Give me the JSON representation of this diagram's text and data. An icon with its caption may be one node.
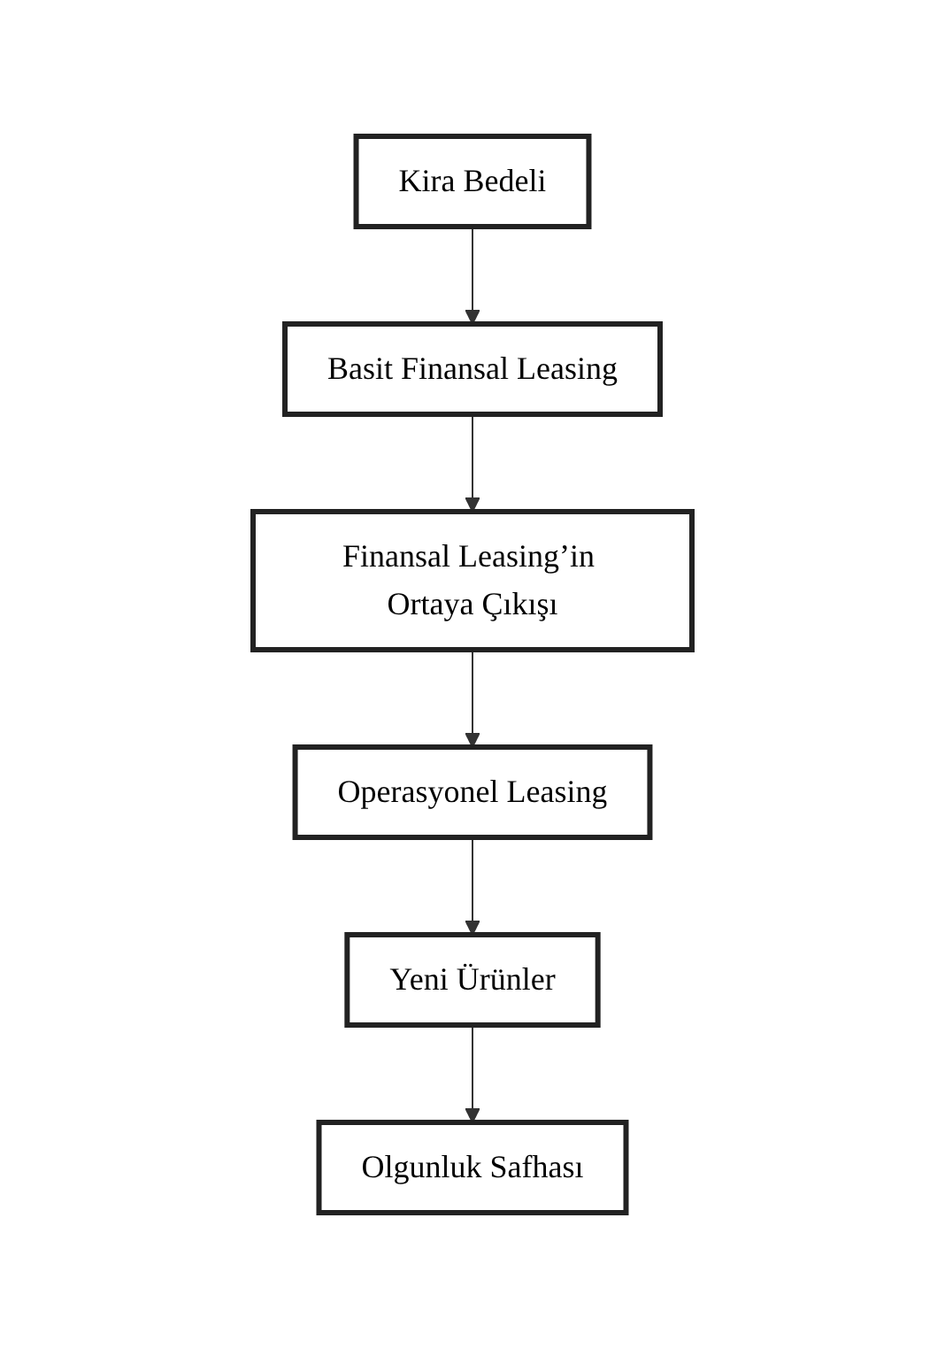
{
  "diagram": {
    "nodes": [
      {
        "text": [
          "Kira Bedeli"
        ]
      },
      {
        "text": [
          "Basit Finansal Leasing"
        ]
      },
      {
        "text": [
          "Finansal Leasing’in Ortaya Çıkışı"
        ]
      },
      {
        "text": [
          "Operasyonel Leasing"
        ]
      },
      {
        "text": [
          "Yeni Ürünler"
        ]
      },
      {
        "text": [
          "Olgunluk Safhası"
        ]
      }
    ],
    "edges": [
      {
        "from": 0,
        "to": 1,
        "arrow": "to"
      },
      {
        "from": 1,
        "to": 2,
        "arrow": "to"
      },
      {
        "from": 2,
        "to": 3,
        "arrow": "to"
      },
      {
        "from": 3,
        "to": 4,
        "arrow": "to"
      },
      {
        "from": 4,
        "to": 5,
        "arrow": "to"
      }
    ]
  }
}
